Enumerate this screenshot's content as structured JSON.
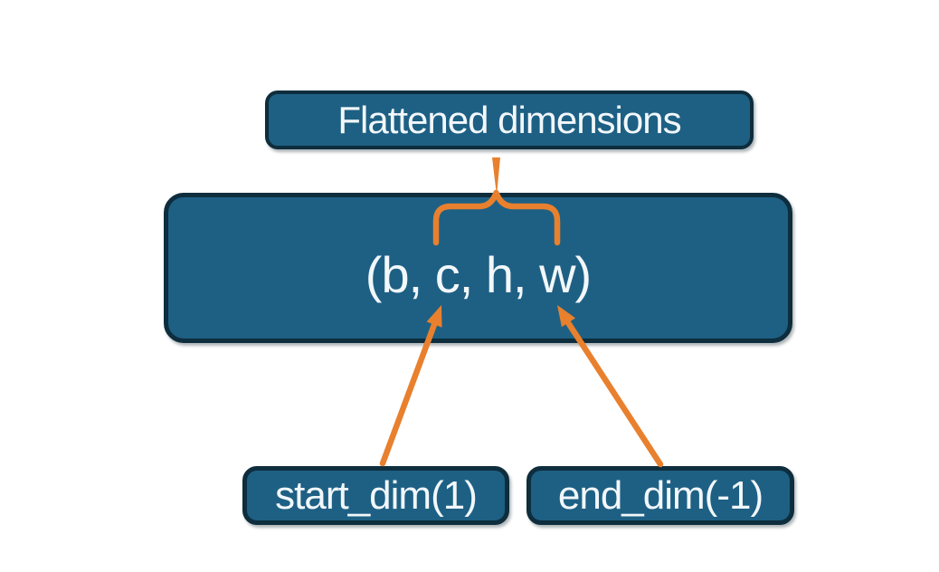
{
  "diagram": {
    "nodes": {
      "flattened": {
        "label": "Flattened dimensions"
      },
      "tensor": {
        "label": "(b, c, h, w)"
      },
      "start_dim": {
        "label": "start_dim(1)"
      },
      "end_dim": {
        "label": "end_dim(-1)"
      }
    },
    "colors": {
      "node_fill": "#1e6084",
      "node_border": "#0e2d3d",
      "label_text": "#f2f7fa",
      "connector_orange": "#e8802e",
      "background": "#ffffff"
    }
  }
}
